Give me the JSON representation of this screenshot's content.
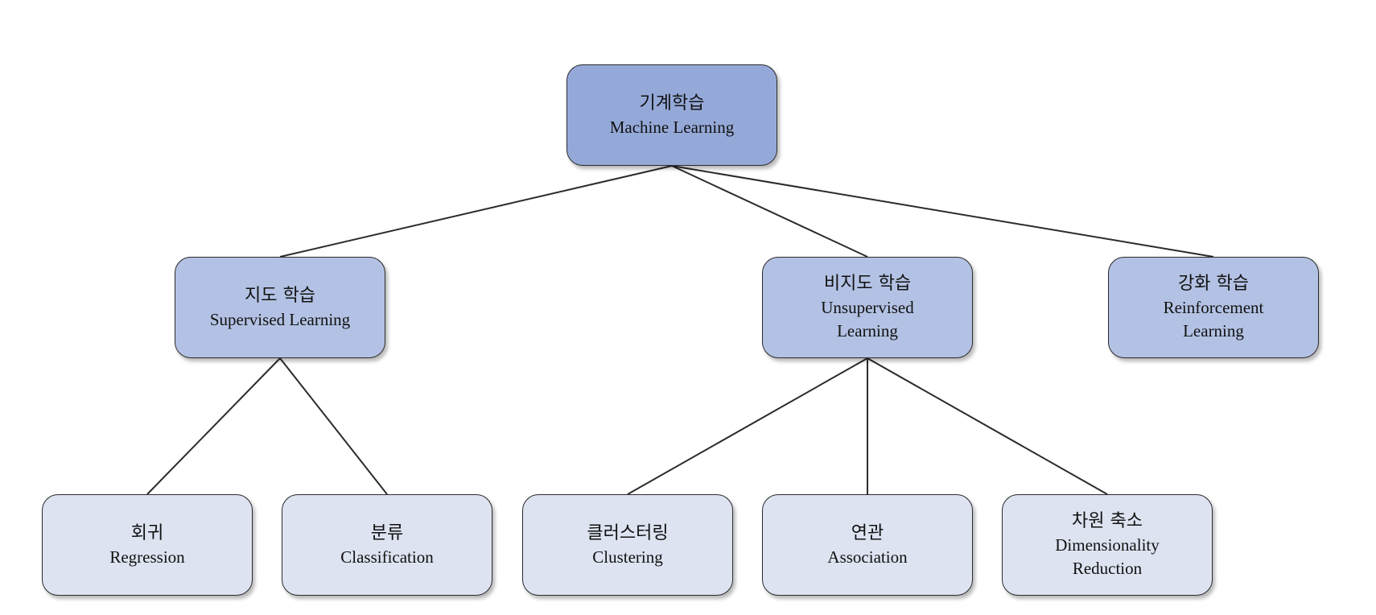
{
  "colors": {
    "level0": "#95a9d9",
    "level1": "#b3c2e4",
    "level2": "#dde3f1",
    "edge": "#2b2b2b"
  },
  "nodes": {
    "root": {
      "ko": "기계학습",
      "en": "Machine Learning"
    },
    "supervised": {
      "ko": "지도 학습",
      "en": "Supervised Learning"
    },
    "unsupervised": {
      "ko": "비지도 학습",
      "en": "Unsupervised Learning"
    },
    "reinforcement": {
      "ko": "강화 학습",
      "en": "Reinforcement Learning"
    },
    "regression": {
      "ko": "회귀",
      "en": "Regression"
    },
    "classification": {
      "ko": "분류",
      "en": "Classification"
    },
    "clustering": {
      "ko": "클러스터링",
      "en": "Clustering"
    },
    "association": {
      "ko": "연관",
      "en": "Association"
    },
    "dimensionality": {
      "ko": "차원 축소",
      "en": "Dimensionality Reduction"
    }
  },
  "edges": [
    [
      "root",
      "supervised"
    ],
    [
      "root",
      "unsupervised"
    ],
    [
      "root",
      "reinforcement"
    ],
    [
      "supervised",
      "regression"
    ],
    [
      "supervised",
      "classification"
    ],
    [
      "unsupervised",
      "clustering"
    ],
    [
      "unsupervised",
      "association"
    ],
    [
      "unsupervised",
      "dimensionality"
    ]
  ]
}
